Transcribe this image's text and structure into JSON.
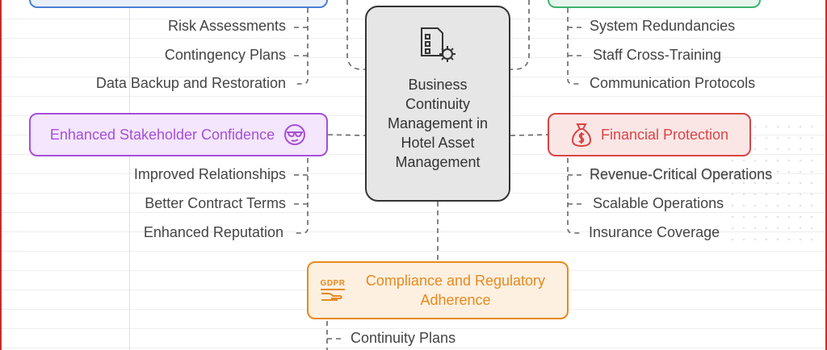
{
  "center": {
    "title": "Business Continuity Management in Hotel Asset Management"
  },
  "branches": {
    "top_left": {
      "items": [
        "Risk Assessments",
        "Contingency Plans",
        "Data Backup and Restoration"
      ]
    },
    "top_right": {
      "items": [
        "System Redundancies",
        "Staff Cross-Training",
        "Communication Protocols"
      ]
    },
    "stakeholder": {
      "label": "Enhanced Stakeholder Confidence",
      "icon": "sunglasses-face-icon",
      "color": "#a64fd8",
      "items": [
        "Improved Relationships",
        "Better Contract Terms",
        "Enhanced Reputation"
      ]
    },
    "financial": {
      "label": "Financial Protection",
      "icon": "money-bag-icon",
      "color": "#d94545",
      "items": [
        "Revenue-Critical Operations",
        "Scalable Operations",
        "Insurance Coverage"
      ]
    },
    "compliance": {
      "label": "Compliance and Regulatory Adherence",
      "icon_text": "GDPR",
      "icon": "gdpr-hand-icon",
      "color": "#e68a1e",
      "items": [
        "Continuity Plans"
      ]
    }
  },
  "colors": {
    "top_left_border": "#4a7fd4",
    "top_right_border": "#3cb371",
    "center_border": "#333333"
  }
}
